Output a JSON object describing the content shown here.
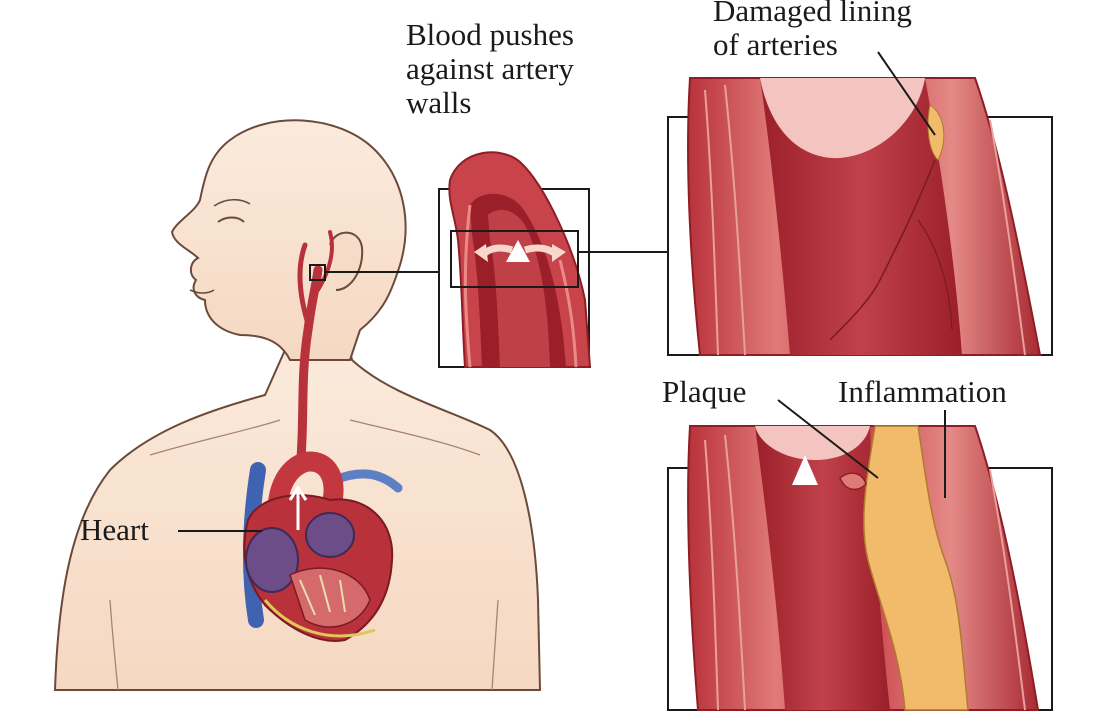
{
  "labels": {
    "blood_line1": "Blood pushes",
    "blood_line2": "against artery",
    "blood_line3": "walls",
    "damaged_line1": "Damaged lining",
    "damaged_line2": "of arteries",
    "plaque": "Plaque",
    "inflammation": "Inflammation",
    "heart": "Heart"
  },
  "colors": {
    "skin": "#f9e4d2",
    "skin_outline": "#6b4a3a",
    "artery_wall": "#c9434a",
    "artery_dark": "#8e1e26",
    "artery_light": "#e98a86",
    "lumen": "#b8303a",
    "plaque": "#f2bb6b",
    "vein": "#3f63b0",
    "heart_purple": "#6c4d87",
    "box_outline": "#1a1a1a"
  }
}
